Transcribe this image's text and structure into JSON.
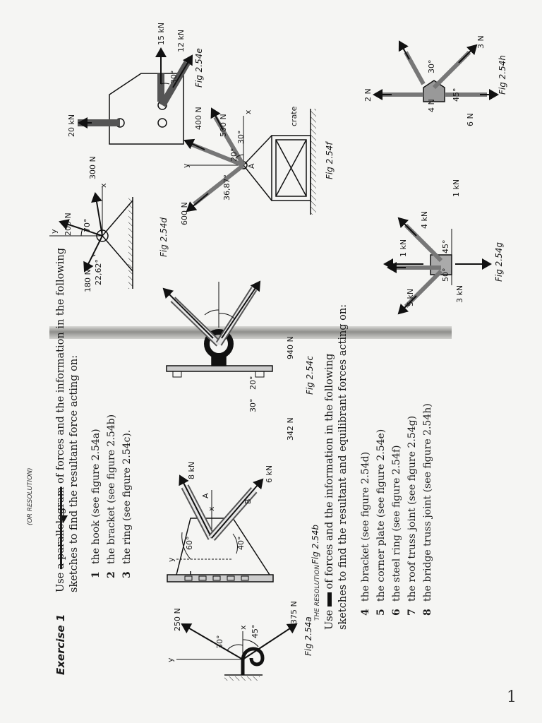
{
  "exercise_title": "Exercise 1",
  "para1": {
    "prefix": "Use",
    "struck": "a parallelogram",
    "suffix": "of forces and the information in the following",
    "line2": "sketches to find the resultant force acting on:"
  },
  "note1": "(OR RESOLUTION)",
  "items1": [
    {
      "n": "1",
      "text": "the hook (see figure 2.54a)"
    },
    {
      "n": "2",
      "text": "the bracket (see figure 2.54b)"
    },
    {
      "n": "3",
      "text": "the ring (see figure 2.54c)."
    }
  ],
  "para2": {
    "note": "THE RESOLUTION",
    "prefix": "Use",
    "suffix": "of forces and the information in the following",
    "line2": "sketches to find the resultant and equilibrant forces acting on:"
  },
  "items2": [
    {
      "n": "4",
      "text": "the bracket (see figure 2.54d)"
    },
    {
      "n": "5",
      "text": "the corner plate (see figure 2.54e)"
    },
    {
      "n": "6",
      "text": "the steel ring (see figure 2.54f)"
    },
    {
      "n": "7",
      "text": "the roof truss joint (see figure 2.54g)"
    },
    {
      "n": "8",
      "text": "the bridge truss joint (see figure 2.54h)"
    }
  ],
  "page_number": "1",
  "fig_a": {
    "caption": "Fig 2.54a",
    "f1": "250 N",
    "f2": "375 N",
    "a1": "30°",
    "a2": "45°",
    "x": "x",
    "y": "y"
  },
  "fig_b": {
    "caption": "Fig 2.54b",
    "f1": "8 kN",
    "f2": "6 kN",
    "a1": "60°",
    "a2": "40°",
    "pa": "A",
    "pb": "B",
    "x": "x",
    "y": "y"
  },
  "fig_c": {
    "caption": "Fig 2.54c",
    "f1": "940 N",
    "f2": "342 N",
    "a1": "20°",
    "a2": "30°"
  },
  "fig_d": {
    "caption": "Fig 2.54d",
    "f1": "300 N",
    "f2": "200 N",
    "f3": "180 N",
    "a1": "70°",
    "a2": "22,62°",
    "x": "x",
    "y": "y"
  },
  "fig_e": {
    "caption": "Fig 2.54e",
    "f1": "20 kN",
    "f2": "12 kN",
    "f3": "15 kN",
    "a1": "30°"
  },
  "fig_f": {
    "caption": "Fig 2.54f",
    "f1": "500 N",
    "f2": "400 N",
    "f3": "600 N",
    "a1": "20°",
    "a2": "30°",
    "a3": "36,87°",
    "pa": "A",
    "crate": "crate",
    "x": "x",
    "y": "y"
  },
  "fig_g": {
    "caption": "Fig 2.54g",
    "f1": "5 kN",
    "f2": "1 kN",
    "f3": "4 kN",
    "f4": "1 kN",
    "f5": "3 kN",
    "a1": "50°",
    "a2": "45°"
  },
  "fig_h": {
    "caption": "Fig 2.54h",
    "f1": "2 N",
    "f2": "3 N",
    "f3": "4 N",
    "f4": "6 N",
    "a1": "30°",
    "a2": "45°"
  }
}
